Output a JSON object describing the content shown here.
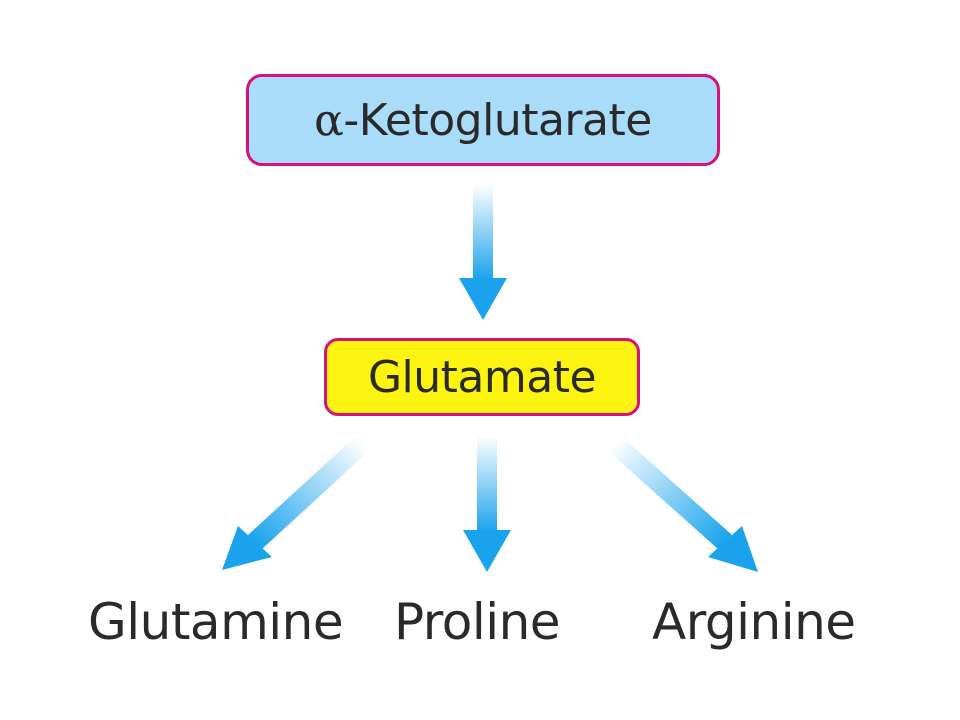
{
  "nodes": {
    "top": {
      "prefix": "α",
      "label": "-Ketoglutarate"
    },
    "middle": {
      "label": "Glutamate"
    }
  },
  "products": [
    "Glutamine",
    "Proline",
    "Arginine"
  ],
  "colors": {
    "top_fill": "#a8dcf8",
    "middle_fill": "#fcf410",
    "box_border": "#d4117e",
    "arrow": "#1aa3ec"
  }
}
